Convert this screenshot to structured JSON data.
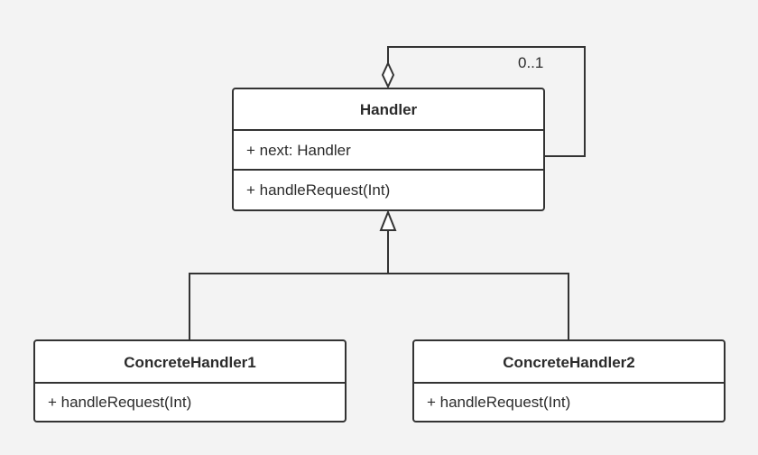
{
  "diagram": {
    "classes": {
      "handler": {
        "name": "Handler",
        "attribute": "+ next: Handler",
        "operation": "+ handleRequest(Int)"
      },
      "concrete1": {
        "name": "ConcreteHandler1",
        "operation": "+ handleRequest(Int)"
      },
      "concrete2": {
        "name": "ConcreteHandler2",
        "operation": "+ handleRequest(Int)"
      }
    },
    "self_association": {
      "multiplicity": "0..1",
      "kind": "aggregation"
    },
    "generalization": {
      "parent": "Handler",
      "children": [
        "ConcreteHandler1",
        "ConcreteHandler2"
      ]
    }
  },
  "colors": {
    "background": "#f3f3f3",
    "box_fill": "#ffffff",
    "stroke": "#333333"
  }
}
